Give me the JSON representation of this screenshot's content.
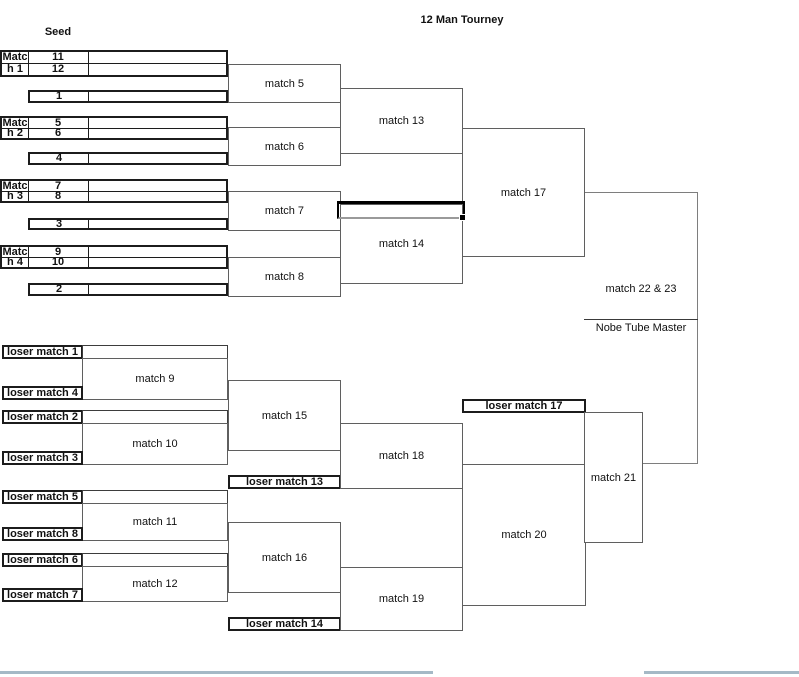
{
  "title": "12 Man Tourney",
  "seed_header": "Seed",
  "winner": {
    "groups": [
      {
        "label1": "Matc",
        "label2": "h 1",
        "seed_a": "11",
        "seed_b": "12",
        "seed_bye": "1"
      },
      {
        "label1": "Matc",
        "label2": "h 2",
        "seed_a": "5",
        "seed_b": "6",
        "seed_bye": "4"
      },
      {
        "label1": "Matc",
        "label2": "h 3",
        "seed_a": "7",
        "seed_b": "8",
        "seed_bye": "3"
      },
      {
        "label1": "Matc",
        "label2": "h 4",
        "seed_a": "9",
        "seed_b": "10",
        "seed_bye": "2"
      }
    ],
    "round2": {
      "m5": "match 5",
      "m6": "match 6",
      "m7": "match 7",
      "m8": "match 8"
    },
    "round3": {
      "m13": "match 13",
      "m14": "match 14"
    },
    "final": "match 17"
  },
  "loser": {
    "groups": [
      {
        "top": "loser match 1",
        "match": "match 9",
        "bottom": "loser match 4"
      },
      {
        "top": "loser match 2",
        "match": "match 10",
        "bottom": "loser match 3"
      },
      {
        "top": "loser match 5",
        "match": "match 11",
        "bottom": "loser match 8"
      },
      {
        "top": "loser match 6",
        "match": "match 12",
        "bottom": "loser match 7"
      }
    ],
    "round3": {
      "m15": "match 15",
      "m16": "match 16"
    },
    "drop": {
      "lm13": "loser match 13",
      "lm14": "loser match 14",
      "lm17": "loser match 17"
    },
    "round4": {
      "m18": "match 18",
      "m19": "match 19"
    },
    "round5": "match 20",
    "final": "match 21"
  },
  "grand_final": {
    "label": "match 22 & 23",
    "champion_label": "Nobe Tube Master"
  }
}
